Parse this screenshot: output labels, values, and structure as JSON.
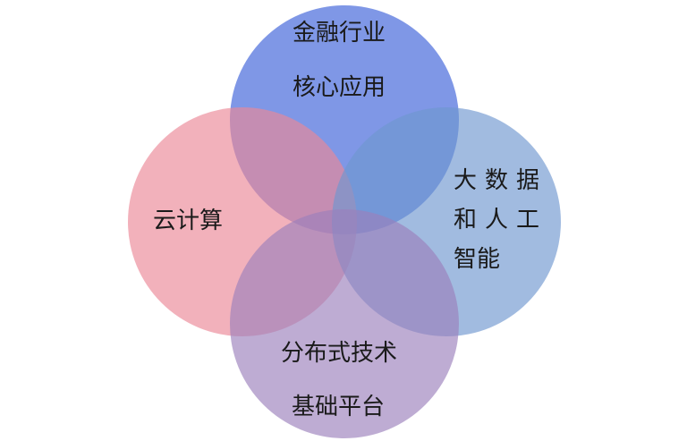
{
  "colors": {
    "top": "#3b5fd9",
    "left": "#eb8796",
    "right": "#6f97cf",
    "bottom": "#9b7fbb"
  },
  "top": {
    "line1": "金融行业",
    "line2": "核心应用"
  },
  "left": {
    "line1": "云计算"
  },
  "right": {
    "line1": "大数据",
    "line2": "和人工",
    "line3": "智能"
  },
  "bottom": {
    "line1": "分布式技术",
    "line2": "基础平台"
  }
}
